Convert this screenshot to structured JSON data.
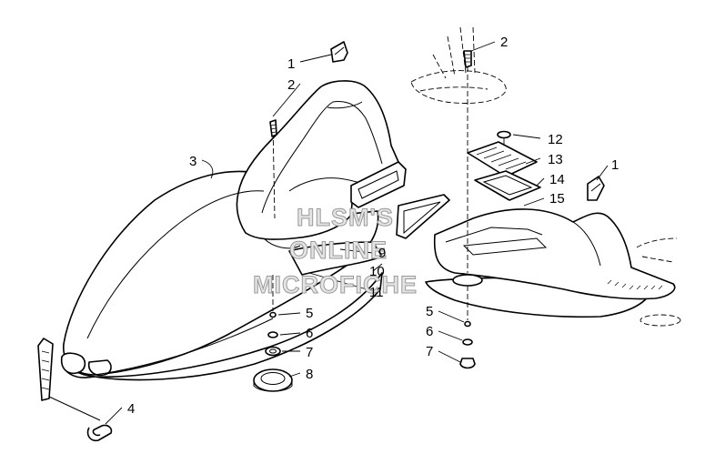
{
  "diagram": {
    "callouts": [
      {
        "id": "c1a",
        "text": "1"
      },
      {
        "id": "c2a",
        "text": "2"
      },
      {
        "id": "c3",
        "text": "3"
      },
      {
        "id": "c4",
        "text": "4"
      },
      {
        "id": "c5a",
        "text": "5"
      },
      {
        "id": "c6a",
        "text": "6"
      },
      {
        "id": "c7a",
        "text": "7"
      },
      {
        "id": "c8",
        "text": "8"
      },
      {
        "id": "c9",
        "text": "9"
      },
      {
        "id": "c10",
        "text": "10"
      },
      {
        "id": "c11",
        "text": "11"
      },
      {
        "id": "c2b",
        "text": "2"
      },
      {
        "id": "c12",
        "text": "12"
      },
      {
        "id": "c13",
        "text": "13"
      },
      {
        "id": "c14",
        "text": "14"
      },
      {
        "id": "c15",
        "text": "15"
      },
      {
        "id": "c1b",
        "text": "1"
      },
      {
        "id": "c5b",
        "text": "5"
      },
      {
        "id": "c6b",
        "text": "6"
      },
      {
        "id": "c7b",
        "text": "7"
      }
    ],
    "watermark": [
      "HLSM'S",
      "ONLINE",
      "MICROFICHE"
    ]
  }
}
